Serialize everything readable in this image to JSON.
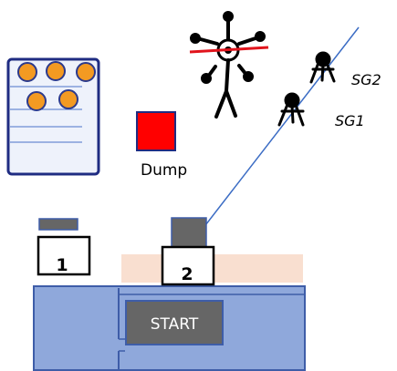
{
  "labels": {
    "dump": "Dump",
    "sg1": "SG1",
    "sg2": "SG2",
    "slot1": "1",
    "slot2": "2",
    "start": "START"
  },
  "colors": {
    "tray_fill": "#eef2fb",
    "tray_border": "#1f2c82",
    "ball": "#f39a22",
    "dump": "#ff0000",
    "table": "#8fa8db",
    "table_border": "#3e5da8",
    "zone": "#f9dfd0",
    "start_button": "#666666",
    "barrier_line": "#e1141c",
    "ray": "#3b6cc4"
  },
  "icons": {
    "target": "stick-figure-target-icon",
    "shooter": "tripod-shooter-icon"
  }
}
